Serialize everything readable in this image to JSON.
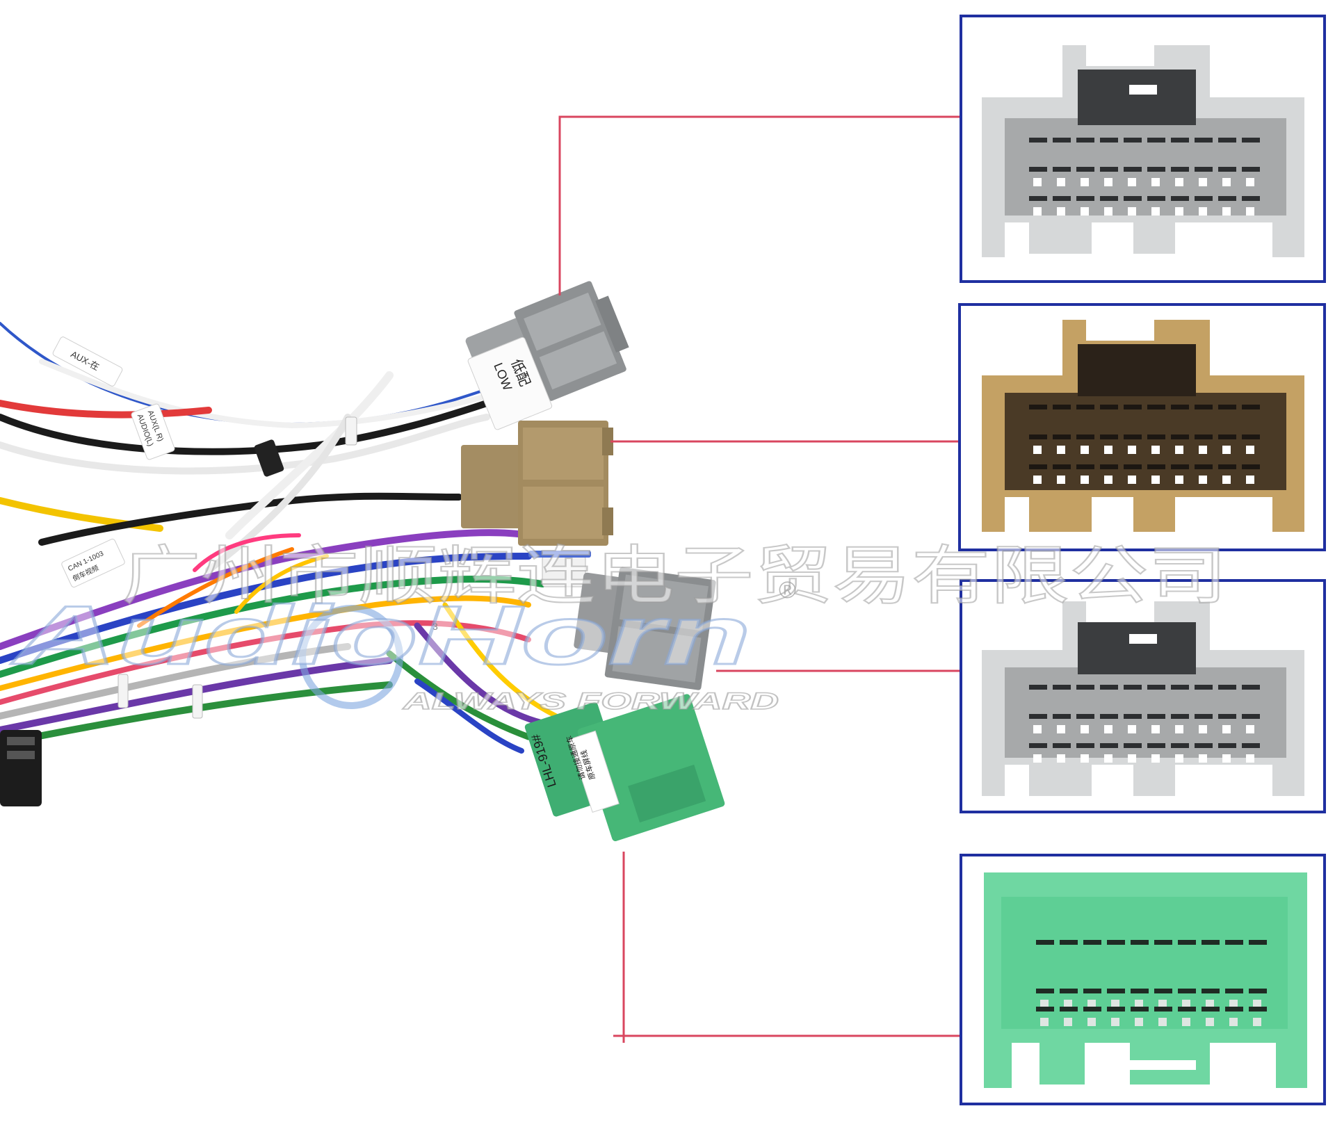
{
  "watermark": {
    "company_text": "广州市顺辉连电子贸易有限公司",
    "logo_text": "AudioHorn",
    "registered_mark": "®",
    "slogan_text": "ALWAYS FORWARD"
  },
  "labels": {
    "low_label_cn": "低配",
    "low_label_en": "LOW",
    "aux_tag": "AUX-在",
    "audio_tag_line1": "AUX(L R)",
    "audio_tag_line2": "AUDIO(L)",
    "can_tag_line1": "CAN 1-1003",
    "can_tag_line2": "倒车视频",
    "green_model_id": "LHL-919#",
    "green_cn_line1": "请勿接通原车",
    "green_cn_line2": "原车屏线",
    "gray2_tag": "3"
  },
  "colors": {
    "callout_line": "#d9465f",
    "frame_border": "#1f2fa0",
    "connector_gray": "#a3a6a8",
    "connector_tan": "#a8926a",
    "connector_green": "#43b37a",
    "insert_gray": "#d6d8d9",
    "insert_tan": "#c4a164",
    "insert_green": "#6fd7a2"
  }
}
